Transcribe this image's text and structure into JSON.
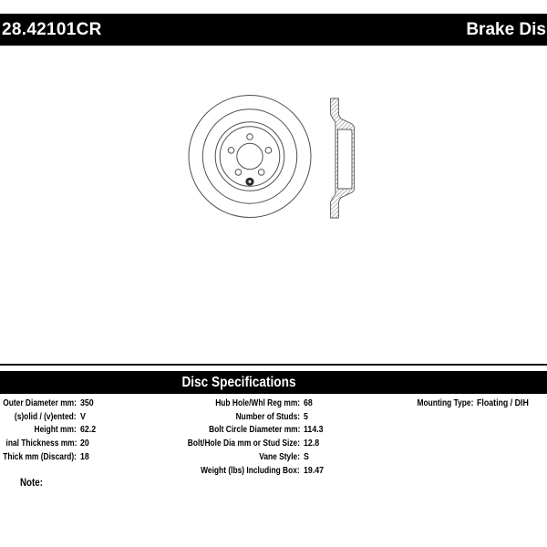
{
  "header": {
    "part_number": "28.42101CR",
    "product_title": "Brake Dis"
  },
  "drawing": {
    "description": "brake disc technical drawing",
    "views": [
      "front",
      "side-cross-section"
    ],
    "stud_holes": 5
  },
  "specs": {
    "section_title": "Disc Specifications",
    "columns": [
      {
        "rows": [
          {
            "label": "Outer Diameter mm:",
            "value": "350"
          },
          {
            "label": "(s)olid / (v)ented:",
            "value": "V"
          },
          {
            "label": "Height mm:",
            "value": "62.2"
          },
          {
            "label": "inal Thickness mm:",
            "value": "20"
          },
          {
            "label": "Thick mm (Discard):",
            "value": "18"
          }
        ]
      },
      {
        "rows": [
          {
            "label": "Hub Hole/Whl Reg mm:",
            "value": "68"
          },
          {
            "label": "Number of Studs:",
            "value": "5"
          },
          {
            "label": "Bolt Circle Diameter mm:",
            "value": "114.3"
          },
          {
            "label": "Bolt/Hole Dia mm or Stud Size:",
            "value": "12.8"
          },
          {
            "label": "Vane Style:",
            "value": "S"
          },
          {
            "label": "Weight (lbs) Including Box:",
            "value": "19.47"
          }
        ]
      },
      {
        "rows": [
          {
            "label": "Mounting Type:",
            "value": "Floating / DIH"
          }
        ]
      }
    ]
  },
  "note_label": "Note:",
  "colors": {
    "header_bg": "#000000",
    "header_text": "#ffffff",
    "spec_text": "#000000",
    "drawing_line": "#4f4f4f",
    "page_bg": "#ffffff"
  }
}
